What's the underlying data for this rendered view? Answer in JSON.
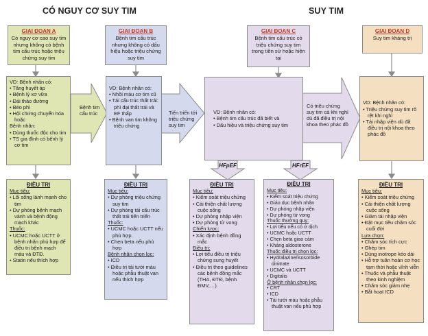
{
  "headers": {
    "left": "CÓ NGUY CƠ SUY TIM",
    "right": "SUY TIM"
  },
  "colors": {
    "stageA": "#dfe6b4",
    "stageB": "#d5d9ed",
    "stageC": "#e3dbeb",
    "stageD": "#f4dfc1",
    "title_red": "#c0392b"
  },
  "stages": [
    {
      "title": "GIAI ĐOẠN A",
      "desc": "Có nguy cơ cao suy tim nhưng không có bệnh tim cấu trúc hoặc triệu chứng suy tim"
    },
    {
      "title": "GIAI ĐOẠN B",
      "desc": "Bệnh tim cấu trúc nhưng không có dấu hiệu hoặc triệu chứng suy tim"
    },
    {
      "title": "GIAI ĐOẠN C",
      "desc": "Bệnh tim cấu trúc có triệu chứng suy tim trong tiền sử hoặc hiện tại"
    },
    {
      "title": "GIAI ĐOẠN D",
      "desc": "Suy tim kháng trị"
    }
  ],
  "examples": {
    "a": {
      "lead": "VD: Bệnh nhân có:",
      "items": [
        "Tăng huyết áp",
        "Bệnh lý xơ vữa",
        "Đái tháo đường",
        "Béo phì",
        "Hội chứng chuyển hóa hoặc"
      ],
      "lead2": "Bệnh nhân:",
      "items2": [
        "Dùng thuốc độc cho tim",
        "TS gia đình có bệnh lý cơ tim"
      ]
    },
    "b": {
      "lead": "VD: Bệnh nhân có:",
      "items": [
        "Nhồi máu cơ tim cũ",
        "Tái cấu trúc thất trái: phì đại thất trái và EF thấp",
        "Bệnh van tim không triệu chứng"
      ]
    },
    "c": {
      "lead": "VD: Bệnh nhân có:",
      "items": [
        "Bệnh tim cấu trúc đã biết và",
        "Dấu hiệu và triệu chứng suy tim"
      ]
    },
    "d": {
      "lead": "VD: Bệnh nhân có:",
      "items": [
        "Triệu chứng suy tim rõ rệt khi nghỉ",
        "Tái nhập viện dù đã điều trị nội khoa theo phác đồ"
      ]
    }
  },
  "transitions": {
    "ab": "Bệnh tim cấu trúc",
    "bc": "Tiến triển tới triệu chứng suy tim",
    "cd": "Có triệu chứng suy tim cả khi nghỉ dù đã điều trị nội khoa theo phác đồ"
  },
  "hf_labels": {
    "pef": "HFpEF",
    "ref": "HFrEF"
  },
  "treatment": {
    "title": "ĐIỀU TRỊ",
    "a": {
      "goal_h": "Mục tiêu:",
      "goal": [
        "Lối sống lành mạnh cho tim",
        "Dự phòng bệnh mạch vành và bệnh động mạch khác"
      ],
      "drug_h": "Thuốc:",
      "drug": [
        "UCMC hoặc UCTT ở bệnh nhân phù hợp để điều trị bệnh mạch máu và ĐTĐ.",
        "Statin nếu thích hợp"
      ]
    },
    "b": {
      "goal_h": "Mục tiêu:",
      "goal": [
        "Dự phòng triệu chứng suy tim",
        "Dự phòng tái cấu trúc thất trái tiến triển"
      ],
      "drug_h": "Thuốc:",
      "drug": [
        "UCMC hoặc UCTT nếu phù hợp.",
        "Chẹn beta nếu phù hợp"
      ],
      "sel_h": "Bệnh nhân chọn lọc:",
      "sel": [
        "ICD",
        "Điều trị tái tưới máu hoặc phẫu thuật van nếu thích hợp"
      ]
    },
    "pef": {
      "goal_h": "Mục tiêu:",
      "goal": [
        "Kiểm soát triệu chứng",
        "Cải thiện chất lượng cuộc sống",
        "Dự phòng nhập viện",
        "Dự phòng tử vong"
      ],
      "str_h": "Chiến lược:",
      "str": [
        "Xác định bệnh đồng mắc"
      ],
      "tr_h": "Điều trị:",
      "tr": [
        "Lợi tiểu điều trị triệu chứng sung huyết",
        "Điều trị theo guidelines các bệnh đồng mắc (THA, ĐTĐ, bệnh ĐMV,…)."
      ]
    },
    "ref": {
      "goal_h": "Mục tiêu:",
      "goal": [
        "Kiểm soát triệu chứng",
        "Giáo dục bệnh nhân",
        "Dự phòng nhập viện",
        "Dự phòng tử vong"
      ],
      "drug_h": "Thuốc thường quy:",
      "drug": [
        "Lợi tiểu nếu có ứ dịch",
        "UCMC hoặc UCTT",
        "Chẹn beta giao cảm",
        "Kháng aldosterone"
      ],
      "sel_drug_h": "Thuốc điều trị chọn lọc:",
      "sel_drug": [
        "Hydralazine/isosorbide dinitrate",
        "UCMC và UCTT",
        "Digitalis"
      ],
      "sel_h": "Ở bệnh nhân chọn lọc:",
      "sel": [
        "CRT",
        "ICD",
        "Tái tưới máu hoặc phẫu thuật van nếu phù hợp"
      ]
    },
    "d": {
      "goal_h": "Mục tiêu:",
      "goal": [
        "Kiểm soát triệu chứng",
        "Cải thiện chất lượng cuộc sống",
        "Giảm tái nhập viện",
        "Đặt mục tiêu chăm sóc cuối đời"
      ],
      "opt_h": "Lựa chọn:",
      "opt": [
        "Chăm sóc tích cực",
        "Ghép tim",
        "Dùng inotrope kéo dài",
        "Hỗ trợ tuần hoàn cơ học tạm thời hoặc vĩnh viễn",
        "Thuốc và phẫu thuật theo kinh nghiệm",
        "Chăm sóc giảm nhẹ",
        "Bắt hoạt ICD"
      ]
    }
  }
}
